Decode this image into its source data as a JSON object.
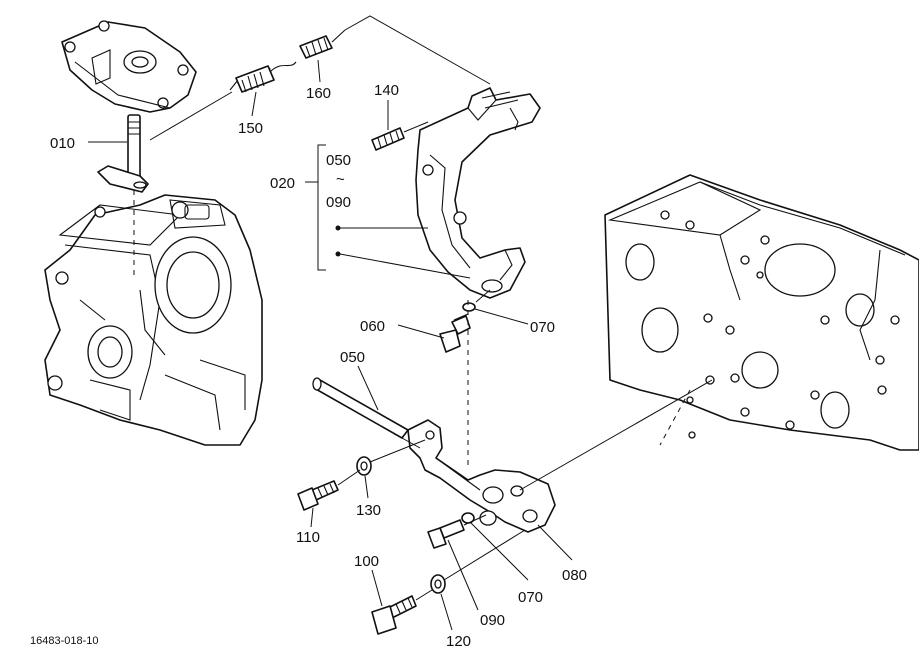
{
  "figure_code": "16483-018-10",
  "parts": [
    {
      "id": "p010",
      "label": "010"
    },
    {
      "id": "p020",
      "label": "020"
    },
    {
      "id": "p050a",
      "label": "050"
    },
    {
      "id": "p090a",
      "label": "090"
    },
    {
      "id": "p050",
      "label": "050"
    },
    {
      "id": "p060",
      "label": "060"
    },
    {
      "id": "p070a",
      "label": "070"
    },
    {
      "id": "p070b",
      "label": "070"
    },
    {
      "id": "p080",
      "label": "080"
    },
    {
      "id": "p090",
      "label": "090"
    },
    {
      "id": "p100",
      "label": "100"
    },
    {
      "id": "p110",
      "label": "110"
    },
    {
      "id": "p120",
      "label": "120"
    },
    {
      "id": "p130",
      "label": "130"
    },
    {
      "id": "p140",
      "label": "140"
    },
    {
      "id": "p150",
      "label": "150"
    },
    {
      "id": "p160",
      "label": "160"
    }
  ],
  "range_symbol": "~"
}
